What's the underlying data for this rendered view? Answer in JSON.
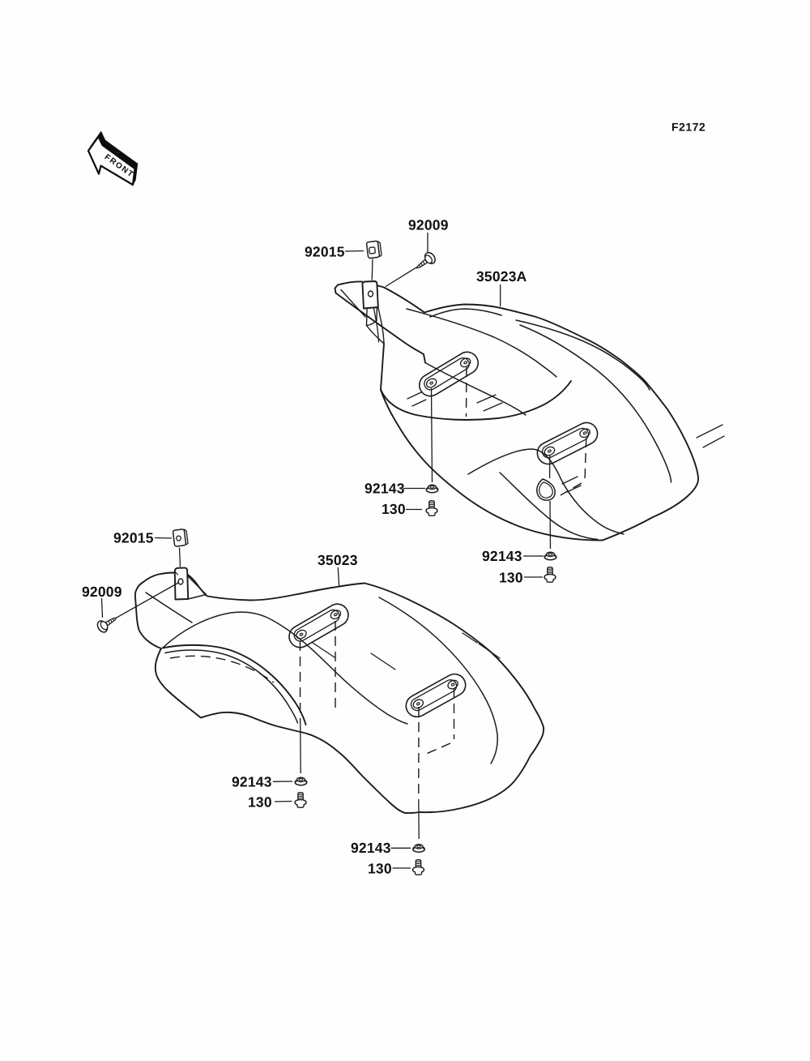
{
  "figure": {
    "code": "F2172",
    "front_marker": "FRONT"
  },
  "fenders": {
    "top_part_number": "35023A",
    "bottom_part_number": "35023"
  },
  "hardware": {
    "damper": "92015",
    "screw": "92009",
    "nut": "92143",
    "bolt": "130"
  },
  "callouts": [
    {
      "id": "top-damper",
      "label": "92015"
    },
    {
      "id": "top-screw",
      "label": "92009"
    },
    {
      "id": "top-fender",
      "label": "35023A"
    },
    {
      "id": "top-nut-1",
      "label": "92143"
    },
    {
      "id": "top-bolt-1",
      "label": "130"
    },
    {
      "id": "top-nut-2",
      "label": "92143"
    },
    {
      "id": "top-bolt-2",
      "label": "130"
    },
    {
      "id": "bottom-damper",
      "label": "92015"
    },
    {
      "id": "bottom-fender",
      "label": "35023"
    },
    {
      "id": "bottom-screw",
      "label": "92009"
    },
    {
      "id": "bottom-nut-1",
      "label": "92143"
    },
    {
      "id": "bottom-bolt-1",
      "label": "130"
    },
    {
      "id": "bottom-nut-2",
      "label": "92143"
    },
    {
      "id": "bottom-bolt-2",
      "label": "130"
    }
  ]
}
